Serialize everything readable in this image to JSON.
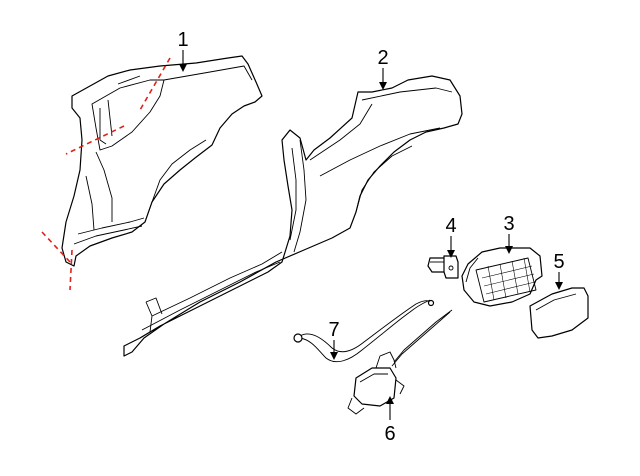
{
  "callouts": [
    {
      "number": "1"
    },
    {
      "number": "2"
    },
    {
      "number": "3"
    },
    {
      "number": "4"
    },
    {
      "number": "5"
    },
    {
      "number": "6"
    },
    {
      "number": "7"
    }
  ],
  "colors": {
    "line": "#000000",
    "cut_line": "#e0211b",
    "background": "#ffffff"
  }
}
